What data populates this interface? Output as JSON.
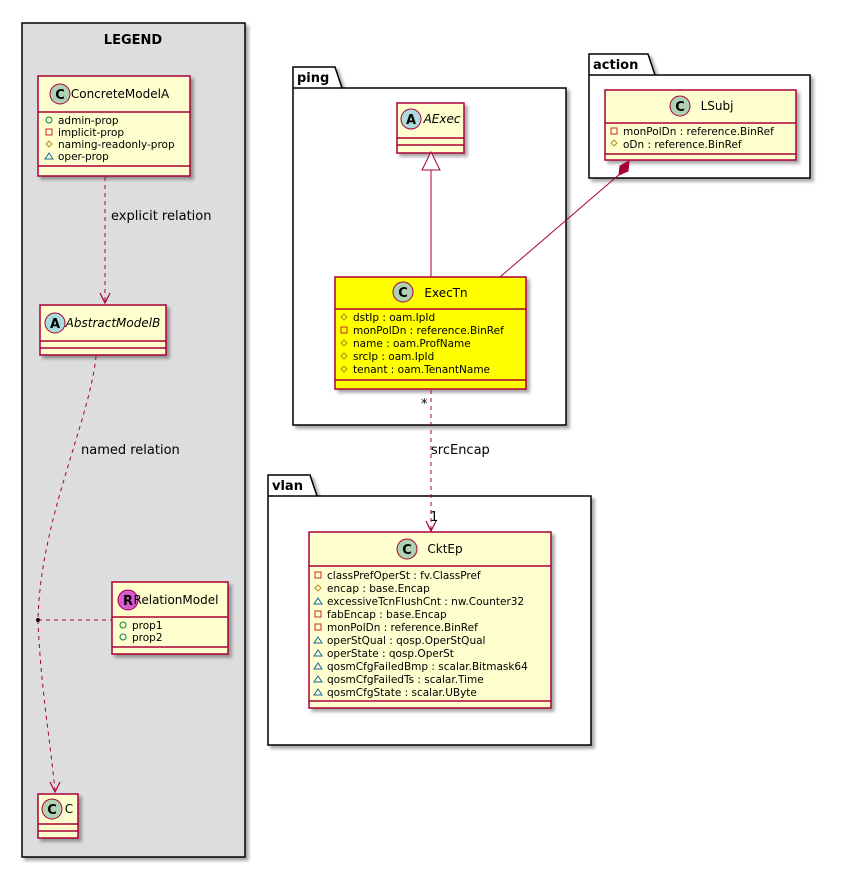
{
  "legend": {
    "title": "LEGEND",
    "classes": {
      "concrete_model_a": {
        "name": "ConcreteModelA",
        "stereotype": "C",
        "members": [
          {
            "visibility": "public",
            "text": "admin-prop"
          },
          {
            "visibility": "private",
            "text": "implicit-prop"
          },
          {
            "visibility": "protected",
            "text": "naming-readonly-prop"
          },
          {
            "visibility": "package",
            "text": "oper-prop"
          }
        ]
      },
      "abstract_model_b": {
        "name": "AbstractModelB",
        "stereotype": "A"
      },
      "relation_model": {
        "name": "RelationModel",
        "stereotype": "R",
        "members": [
          {
            "visibility": "public",
            "text": "prop1"
          },
          {
            "visibility": "public",
            "text": "prop2"
          }
        ]
      },
      "c": {
        "name": "C",
        "stereotype": "C"
      }
    },
    "relations": {
      "explicit": "explicit relation",
      "named": "named relation"
    }
  },
  "packages": {
    "ping": {
      "title": "ping",
      "classes": {
        "aexec": {
          "name": "AExec",
          "stereotype": "A"
        },
        "exectn": {
          "name": "ExecTn",
          "stereotype": "C",
          "members": [
            {
              "visibility": "protected",
              "text": "dstIp : oam.IpId"
            },
            {
              "visibility": "private",
              "text": "monPolDn : reference.BinRef"
            },
            {
              "visibility": "protected",
              "text": "name : oam.ProfName"
            },
            {
              "visibility": "protected",
              "text": "srcIp : oam.IpId"
            },
            {
              "visibility": "protected",
              "text": "tenant : oam.TenantName"
            }
          ]
        }
      }
    },
    "action": {
      "title": "action",
      "classes": {
        "lsubj": {
          "name": "LSubj",
          "stereotype": "C",
          "members": [
            {
              "visibility": "private",
              "text": "monPolDn : reference.BinRef"
            },
            {
              "visibility": "protected",
              "text": "oDn : reference.BinRef"
            }
          ]
        }
      }
    },
    "vlan": {
      "title": "vlan",
      "classes": {
        "cktep": {
          "name": "CktEp",
          "stereotype": "C",
          "members": [
            {
              "visibility": "private",
              "text": "classPrefOperSt : fv.ClassPref"
            },
            {
              "visibility": "protected",
              "text": "encap : base.Encap"
            },
            {
              "visibility": "package",
              "text": "excessiveTcnFlushCnt : nw.Counter32"
            },
            {
              "visibility": "private",
              "text": "fabEncap : base.Encap"
            },
            {
              "visibility": "private",
              "text": "monPolDn : reference.BinRef"
            },
            {
              "visibility": "package",
              "text": "operStQual : qosp.OperStQual"
            },
            {
              "visibility": "package",
              "text": "operState : qosp.OperSt"
            },
            {
              "visibility": "package",
              "text": "qosmCfgFailedBmp : scalar.Bitmask64"
            },
            {
              "visibility": "package",
              "text": "qosmCfgFailedTs : scalar.Time"
            },
            {
              "visibility": "package",
              "text": "qosmCfgState : scalar.UByte"
            }
          ]
        }
      }
    }
  },
  "edges": {
    "src_encap": {
      "label": "srcEncap",
      "source_mult": "*",
      "target_mult": "1"
    }
  },
  "colors": {
    "class_fill": "#FEFECE",
    "class_border": "#A80036",
    "highlight_fill": "#FFFF00",
    "legend_bg": "#DDDDDD",
    "stereo_c": "#ADD1B2",
    "stereo_a": "#A9DCDF",
    "stereo_r": "#D65BD1"
  }
}
